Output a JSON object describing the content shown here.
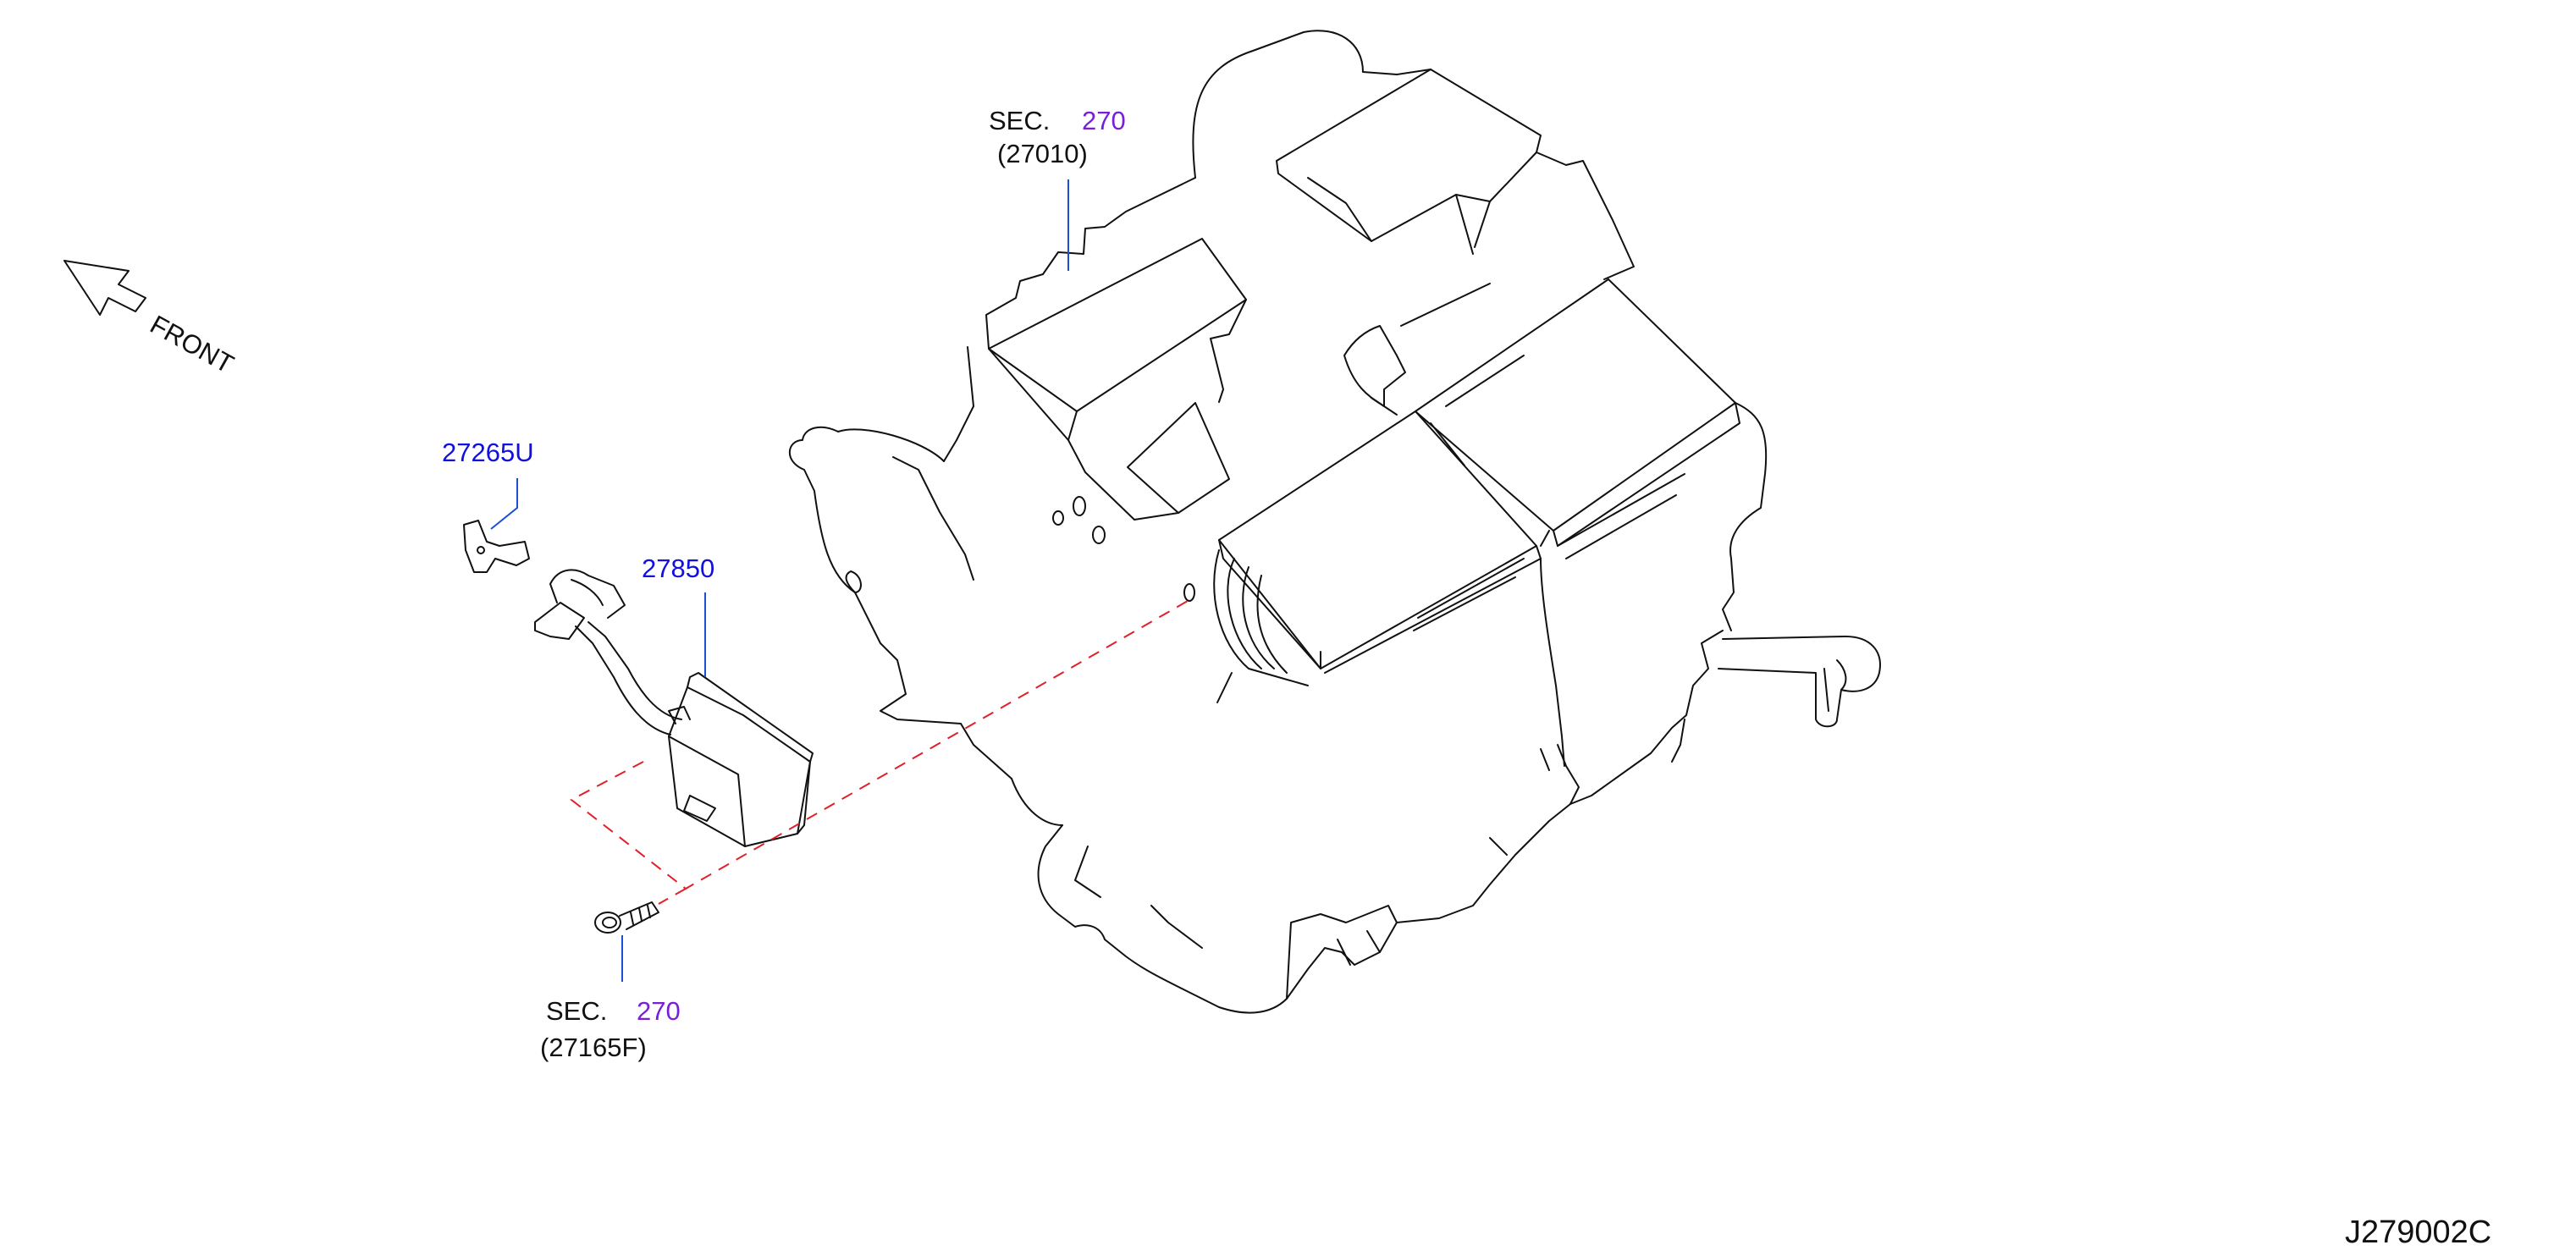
{
  "diagram_id": "J279002C",
  "front_label": "FRONT",
  "colors": {
    "part_number": "#1010e0",
    "section_number": "#7a1fd8",
    "leader": "#1a4fd6",
    "dashed_guide": "#e0202a",
    "drawing": "#111111"
  },
  "callouts": {
    "top": {
      "sec": "SEC.",
      "sec_number": "270",
      "part_ref": "(27010)"
    },
    "bracket": {
      "part_number": "27265U"
    },
    "sensor": {
      "part_number": "27850"
    },
    "screw": {
      "sec": "SEC.",
      "sec_number": "270",
      "part_ref": "(27165F)"
    }
  }
}
